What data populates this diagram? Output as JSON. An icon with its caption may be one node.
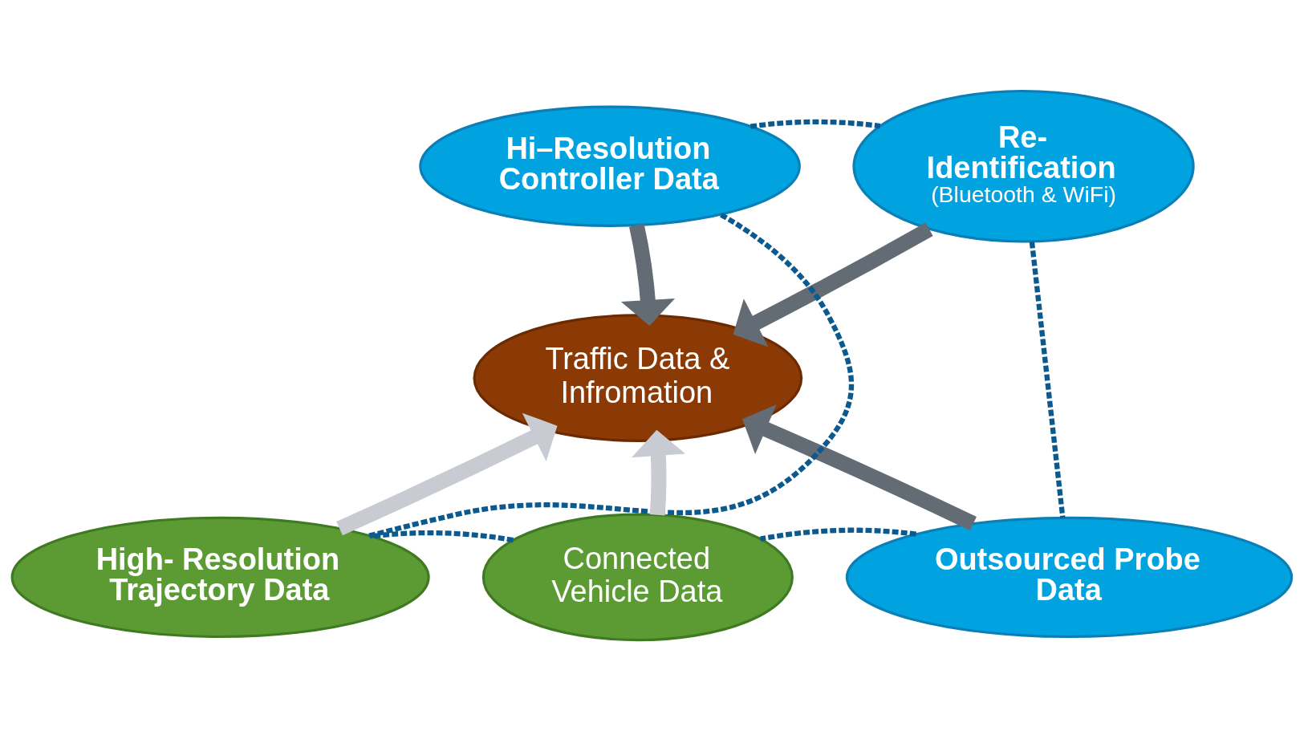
{
  "diagram": {
    "nodes": [
      {
        "text": [
          "Hi–Resolution Controller Data"
        ]
      },
      {
        "text": [
          "Re- Identification",
          "(Bluetooth & WiFi)"
        ]
      },
      {
        "text": [
          "Traffic Data & Infromation"
        ]
      },
      {
        "text": [
          "Outsourced Probe Data"
        ]
      },
      {
        "text": [
          "High- Resolution Trajectory Data"
        ]
      },
      {
        "text": [
          "Connected Vehicle Data"
        ]
      }
    ],
    "edges": [
      {
        "from": 0,
        "to": 2,
        "arrow": "to",
        "style": "thick",
        "color": "#636b75"
      },
      {
        "from": 1,
        "to": 2,
        "arrow": "to",
        "style": "thick",
        "color": "#636b75"
      },
      {
        "from": 3,
        "to": 2,
        "arrow": "to",
        "style": "thick",
        "color": "#636b75"
      },
      {
        "from": 4,
        "to": 2,
        "arrow": "to",
        "style": "thick",
        "color": "#c8ccd2"
      },
      {
        "from": 5,
        "to": 2,
        "arrow": "to",
        "style": "thick",
        "color": "#c8ccd2"
      },
      {
        "from": 0,
        "to": 1,
        "arrow": "none",
        "style": "dashed",
        "color": "#0b5a8f"
      },
      {
        "from": 1,
        "to": 3,
        "arrow": "none",
        "style": "dashed",
        "color": "#0b5a8f"
      },
      {
        "from": 3,
        "to": 5,
        "arrow": "none",
        "style": "dashed",
        "color": "#0b5a8f"
      },
      {
        "from": 5,
        "to": 4,
        "arrow": "none",
        "style": "dashed",
        "color": "#0b5a8f"
      },
      {
        "from": 4,
        "to": 0,
        "arrow": "none",
        "style": "dashed",
        "color": "#0b5a8f"
      }
    ]
  }
}
